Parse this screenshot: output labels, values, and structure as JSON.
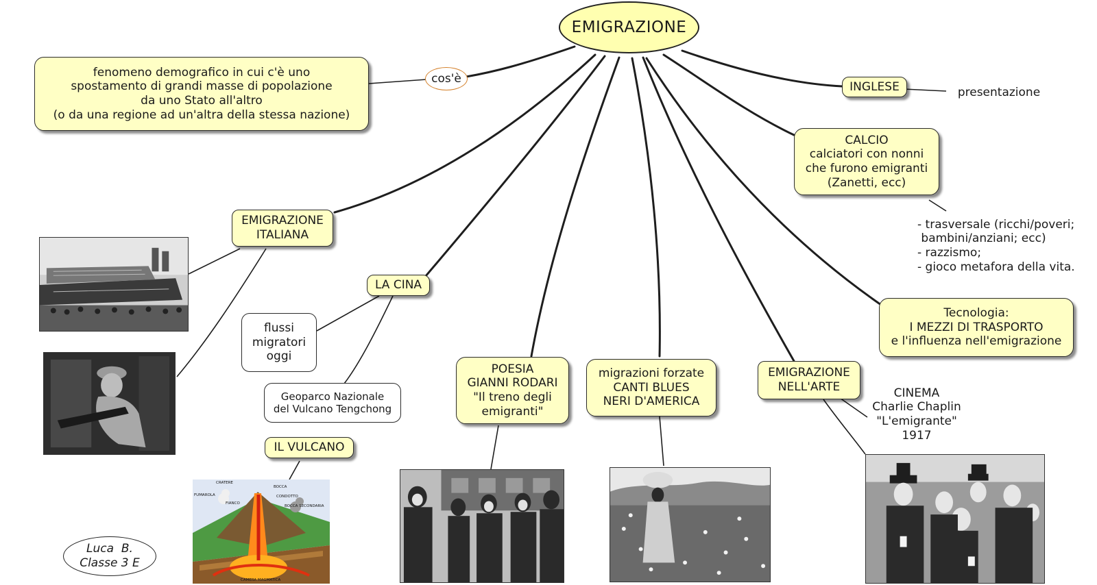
{
  "root": {
    "label": "EMIGRAZIONE"
  },
  "definition": {
    "link_label": "cos'è",
    "lines": [
      "fenomeno demografico in cui c'è uno",
      "spostamento di grandi masse di popolazione",
      "da uno Stato all'altro",
      "(o da una regione ad un'altra della stessa nazione)"
    ]
  },
  "inglese": {
    "label": "INGLESE",
    "child": "presentazione"
  },
  "calcio": {
    "lines": [
      "CALCIO",
      "calciatori con nonni",
      "che furono emigranti",
      "(Zanetti, ecc)"
    ],
    "notes": [
      "- trasversale (ricchi/poveri;",
      " bambini/anziani; ecc)",
      "- razzismo;",
      "- gioco metafora della vita."
    ]
  },
  "tecnologia": {
    "lines": [
      "Tecnologia:",
      "I MEZZI DI TRASPORTO",
      "e l'influenza nell'emigrazione"
    ]
  },
  "emigrazione_italiana": {
    "lines": [
      "EMIGRAZIONE",
      "ITALIANA"
    ]
  },
  "cina": {
    "label": "LA CINA",
    "flussi": [
      "flussi",
      "migratori",
      "oggi"
    ],
    "geoparco": [
      "Geoparco Nazionale",
      "del Vulcano Tengchong"
    ],
    "vulcano": "IL VULCANO",
    "diagram_labels": {
      "cratere": "CRATERE",
      "bocca": "BOCCA",
      "fumarola": "FUMAROLA",
      "condotto": "CONDOTTO",
      "fianco": "FIANCO",
      "bocca_secondaria": "BOCCA SECONDARIA",
      "camera": "CAMERA MAGMATICA"
    }
  },
  "poesia": {
    "lines": [
      "POESIA",
      "GIANNI RODARI",
      "\"Il treno degli",
      "emigranti\""
    ]
  },
  "blues": {
    "lines": [
      "migrazioni forzate",
      "CANTI BLUES",
      "NERI D'AMERICA"
    ]
  },
  "arte": {
    "lines": [
      "EMIGRAZIONE",
      "NELL'ARTE"
    ],
    "cinema": [
      "CINEMA",
      "Charlie Chaplin",
      "\"L'emigrante\"",
      "1917"
    ]
  },
  "author": {
    "lines": [
      "Luca  B.",
      "Classe 3 E"
    ]
  },
  "colors": {
    "node_fill": "#ffffc5",
    "root_fill": "#ffffb0",
    "link_border": "#d4802a",
    "line": "#1e1e1e"
  }
}
